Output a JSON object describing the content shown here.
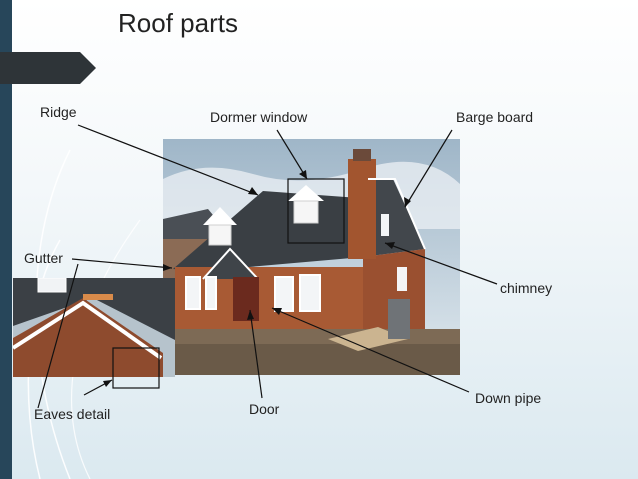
{
  "title": "Roof parts",
  "labels": {
    "ridge": "Ridge",
    "dormer_window": "Dormer  window",
    "barge_board": "Barge board",
    "gutter": "Gutter",
    "chimney": "chimney",
    "down_pipe": "Down pipe",
    "door": "Door",
    "eaves_detail": "Eaves detail"
  },
  "colors": {
    "sidebar": "#27465a",
    "tab": "#2e3438",
    "brick": "#a85a34",
    "roof": "#3a3f44",
    "sky": "#c9d9e4"
  }
}
